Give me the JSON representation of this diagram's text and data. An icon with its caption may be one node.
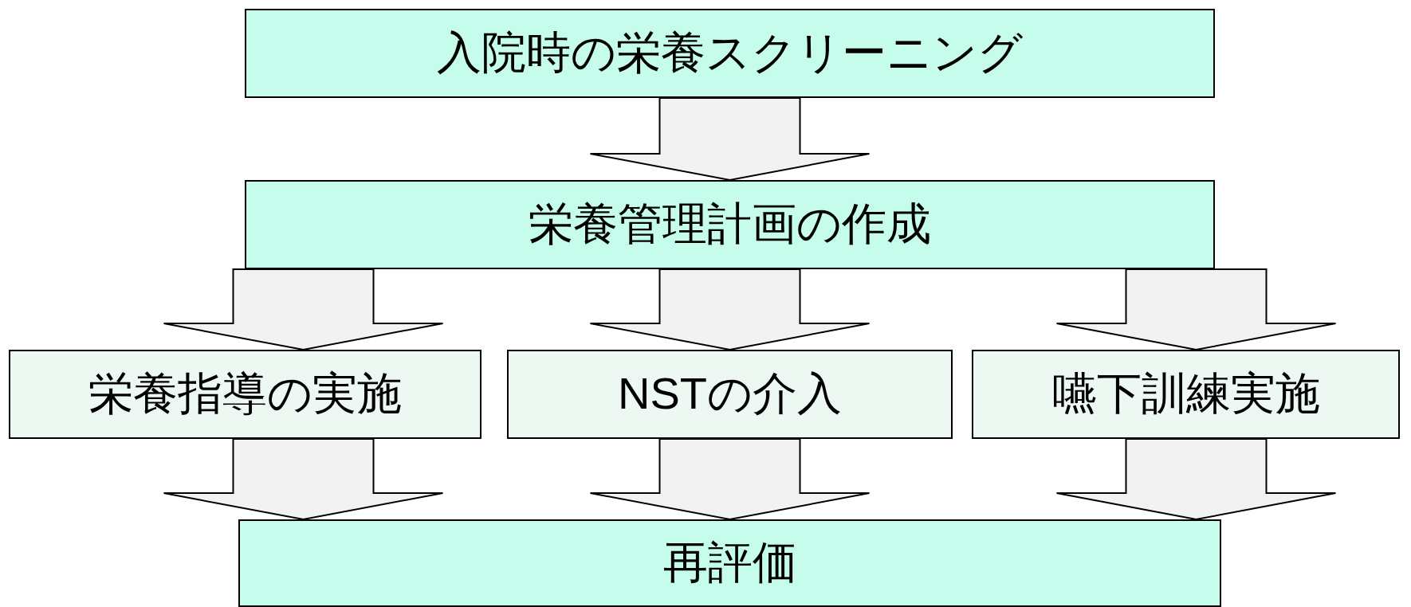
{
  "diagram": {
    "nodes": [
      {
        "text": [
          "入院時の栄養スクリーニング"
        ]
      },
      {
        "text": [
          "栄養管理計画の作成"
        ]
      },
      {
        "text": [
          "栄養指導の実施"
        ]
      },
      {
        "text": [
          "NSTの介入"
        ]
      },
      {
        "text": [
          "嚥下訓練実施"
        ]
      },
      {
        "text": [
          "再評価"
        ]
      }
    ],
    "edges": [
      {
        "from": 0,
        "to": 1,
        "arrow": "to"
      },
      {
        "from": 1,
        "to": 2,
        "arrow": "to"
      },
      {
        "from": 1,
        "to": 3,
        "arrow": "to"
      },
      {
        "from": 1,
        "to": 4,
        "arrow": "to"
      },
      {
        "from": 2,
        "to": 5,
        "arrow": "to"
      },
      {
        "from": 3,
        "to": 5,
        "arrow": "to"
      },
      {
        "from": 4,
        "to": 5,
        "arrow": "to"
      }
    ]
  }
}
